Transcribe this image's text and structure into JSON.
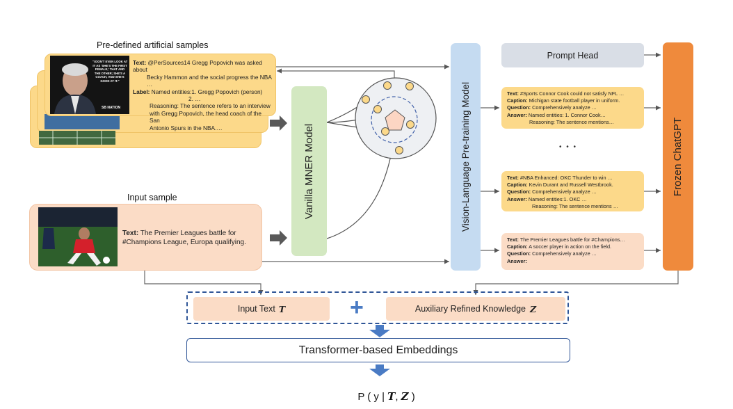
{
  "predefined": {
    "title": "Pre-defined artificial samples",
    "image_quote": "\"I DON'T EVEN LOOK AT IT AS 'SHE'S THE FIRST FEMALE,' THAT AND THE OTHER; SHE'S A COACH, AND SHE'S GOOD AT IT.\"",
    "image_logo": "SB NATION",
    "text_label": "Text:",
    "text_line1": "@PerSources14 Gregg Popovich was asked about",
    "text_line2": "Becky Hammon and the social progress the NBA …",
    "label_label": "Label:",
    "label_line1": "Named entities:1. Gregg Popovich (person)",
    "label_line2": "2. …",
    "reasoning_line1": "Reasoning: The sentence refers to an interview",
    "reasoning_line2": "with Gregg Popovich, the head coach of the San",
    "reasoning_line3": "Antonio Spurs in the NBA.…"
  },
  "input_sample": {
    "title": "Input sample",
    "text_label": "Text:",
    "text_line1": "The Premier Leagues battle for",
    "text_line2": "#Champions League, Europa qualifying."
  },
  "vanilla_model": {
    "label": "Vanilla MNER Model"
  },
  "vlp_model": {
    "label": "Vision-Language Pre-training Model"
  },
  "prompt_head": {
    "label": "Prompt Head"
  },
  "chatgpt": {
    "label": "Frozen ChatGPT"
  },
  "prompt_cards": [
    {
      "text_label": "Text:",
      "text": "#Sports Connor Cook could not satisfy NFL …",
      "caption_label": "Caption:",
      "caption": "Michigan state football player in uniform.",
      "question_label": "Question:",
      "question": "Comprehensively analyze …",
      "answer_label": "Answer:",
      "answer": "Named entities: 1. Connor Cook…",
      "reasoning": "Reasoning: The sentence mentions…"
    },
    {
      "text_label": "Text:",
      "text": "#NBA Enhanced: OKC Thunder to win …",
      "caption_label": "Caption:",
      "caption": "Kevin Durant and Russell Westbrook.",
      "question_label": "Question:",
      "question": "Comprehensively analyze …",
      "answer_label": "Answer:",
      "answer": "Named entities:1. OKC …",
      "reasoning": "Reasoning: The sentence mentions …"
    },
    {
      "text_label": "Text:",
      "text": "The Premier Leagues battle for #Champions…",
      "caption_label": "Caption:",
      "caption": "A soccer player in action on the field.",
      "question_label": "Question:",
      "question": "Comprehensively analyze …",
      "answer_label": "Answer:",
      "answer": "",
      "reasoning": ""
    }
  ],
  "ellipsis": "• • •",
  "bottom": {
    "input_text": "Input Text",
    "input_text_var": "T",
    "plus": "+",
    "aux_knowledge": "Auxiliary Refined Knowledge",
    "aux_var": "Z",
    "embeddings": "Transformer-based Embeddings",
    "formula_prefix": "P ( y | ",
    "formula_t": "T",
    "formula_sep": ", ",
    "formula_z": "Z",
    "formula_suffix": " )"
  },
  "colors": {
    "yellow": "#fcd98a",
    "peach": "#fbdcc6",
    "green": "#d3e8c1",
    "blue": "#c5dbf1",
    "orange": "#ef8a3c",
    "gray": "#d9dee6",
    "dashed_border": "#2f5597",
    "plus": "#4a7bc4"
  }
}
